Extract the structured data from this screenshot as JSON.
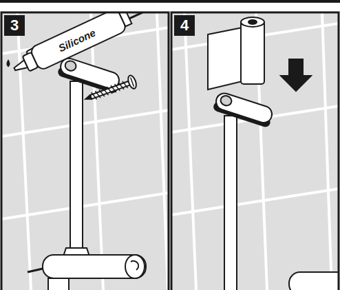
{
  "diagram": {
    "labels": [
      "3",
      "4",
      "Silicone"
    ]
  }
}
